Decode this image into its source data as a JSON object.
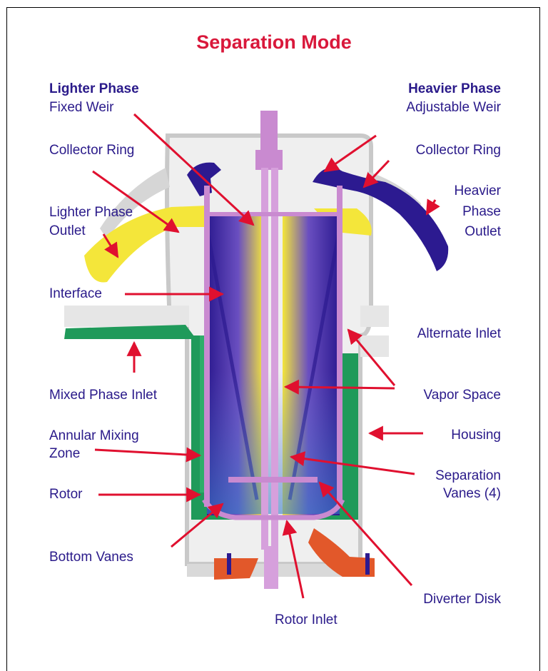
{
  "title": "Separation Mode",
  "colors": {
    "title": "#d9183b",
    "label": "#2a1a8a",
    "arrow": "#e0102f",
    "lighter_phase": "#f4e63a",
    "heavier_phase": "#2c1a90",
    "mixed_phase": "#1f9a5a",
    "rotor": "#c98ad0",
    "inlet_pipe": "#e2582a",
    "housing": "#d9d9d9"
  },
  "labels": {
    "lighter_phase_heading": "Lighter Phase",
    "fixed_weir": "Fixed Weir",
    "heavier_phase_heading": "Heavier Phase",
    "adjustable_weir": "Adjustable Weir",
    "collector_ring_left": "Collector Ring",
    "collector_ring_right": "Collector Ring",
    "lighter_phase_outlet_1": "Lighter Phase",
    "lighter_phase_outlet_2": "Outlet",
    "heavier_phase_outlet_1": "Heavier",
    "heavier_phase_outlet_2": "Phase",
    "heavier_phase_outlet_3": "Outlet",
    "interface": "Interface",
    "alternate_inlet": "Alternate Inlet",
    "mixed_phase_inlet": "Mixed Phase Inlet",
    "vapor_space": "Vapor Space",
    "annular_mixing_zone_1": "Annular Mixing",
    "annular_mixing_zone_2": "Zone",
    "housing": "Housing",
    "rotor": "Rotor",
    "separation_vanes_1": "Separation",
    "separation_vanes_2": "Vanes (4)",
    "bottom_vanes": "Bottom Vanes",
    "diverter_disk": "Diverter Disk",
    "rotor_inlet": "Rotor Inlet"
  }
}
